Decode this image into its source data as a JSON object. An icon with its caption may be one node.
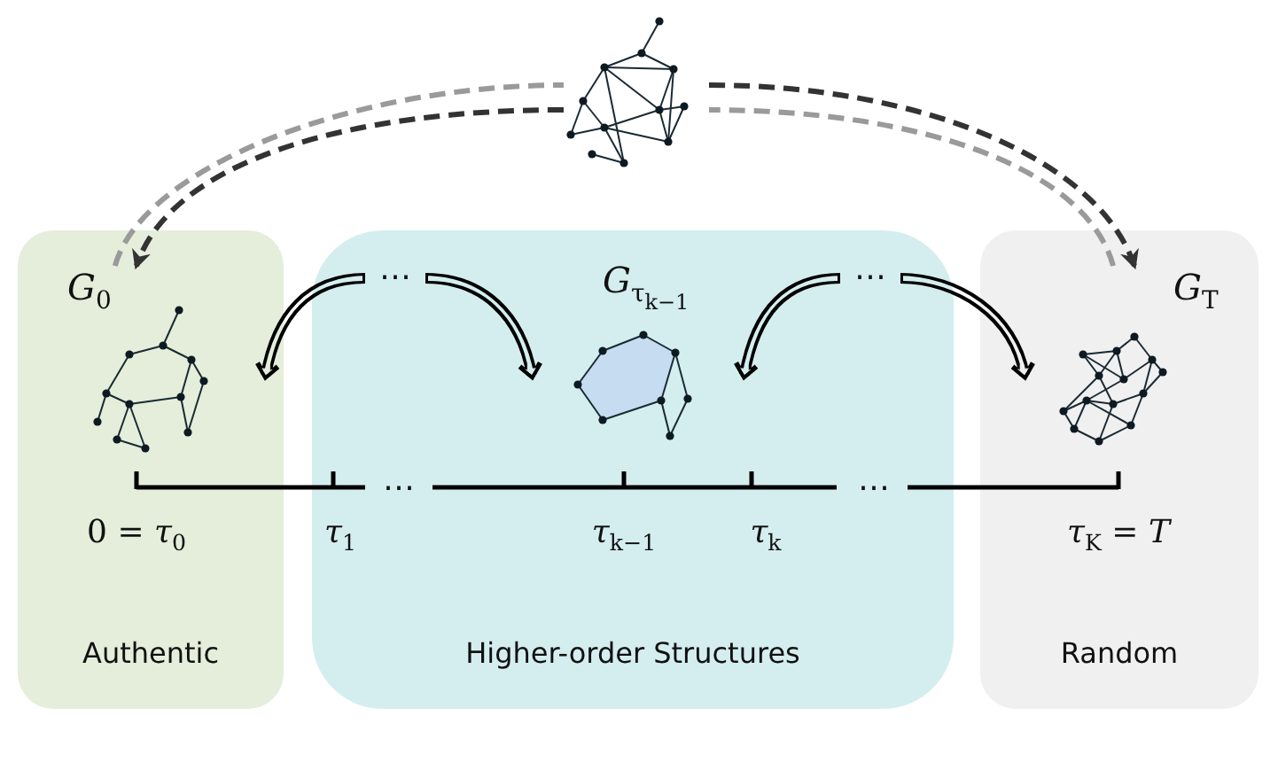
{
  "diagram": {
    "nodes": [
      {
        "text": [
          "Authentic"
        ]
      },
      {
        "text": [
          "*G*$_{0}$"
        ],
        "in": 0
      },
      {
        "text": [
          "Higher-order Structures"
        ]
      },
      {
        "text": [
          "⋯"
        ],
        "in": 2
      },
      {
        "text": [
          "*G*$_{τ}$$_{k−1}$"
        ],
        "in": 2
      },
      {
        "text": [
          "⋯"
        ],
        "in": 2
      },
      {
        "text": [
          "Random"
        ]
      },
      {
        "text": [
          "*G*$_{T}$"
        ],
        "in": 6
      },
      {
        "text": [],
        "shape": "picture"
      }
    ],
    "edges": [
      {
        "from": 8,
        "to": 1,
        "arrow": "to",
        "style": "dashed",
        "color": "#333333"
      },
      {
        "from": 1,
        "to": 8,
        "arrow": "none",
        "style": "dashed",
        "color": "#9a9a9a"
      },
      {
        "from": 8,
        "to": 7,
        "arrow": "to",
        "style": "dashed",
        "color": "#333333"
      },
      {
        "from": 7,
        "to": 8,
        "arrow": "none",
        "style": "dashed",
        "color": "#9a9a9a"
      },
      {
        "from": 3,
        "to": 1,
        "arrow": "to",
        "style": "thick"
      },
      {
        "from": 3,
        "to": 4,
        "arrow": "to",
        "style": "thick"
      },
      {
        "from": 5,
        "to": 4,
        "arrow": "to",
        "style": "thick"
      },
      {
        "from": 5,
        "to": 7,
        "arrow": "to",
        "style": "thick"
      }
    ],
    "labels": [
      "⋯",
      "⋯",
      "0 = *τ*$_{0}$",
      "*τ*$_{1}$",
      "*τ*$_{k−1}$",
      "*τ*$_{k}$",
      "*τ*$_{K}$ = *T*"
    ]
  }
}
